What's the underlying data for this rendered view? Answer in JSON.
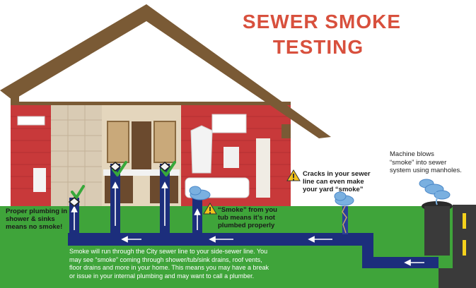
{
  "title": {
    "line1": "SEWER SMOKE",
    "line2": "TESTING"
  },
  "labels": {
    "proper_plumbing": [
      "Proper plumbing in",
      "shower & sinks",
      "means no smoke!"
    ],
    "tub_smoke": [
      "“Smoke” from you",
      "tub means it’s not",
      "plumbed properly"
    ],
    "cracks": [
      "Cracks in your sewer",
      "line can even make",
      "your yard “smoke”"
    ],
    "machine": [
      "Machine blows",
      "“smoke” into sewer",
      "system using manholes."
    ],
    "bottom_text": [
      "Smoke will run through the City sewer line to your side-sewer line. You",
      "may see “smoke” coming through shower/tub/sink drains, roof vents,",
      "floor drains and more in your home. This means you may have a break",
      "or issue in your internal plumbing and may want to call a plumber."
    ]
  },
  "colors": {
    "title": "#d8503d",
    "roof": "#7a5a35",
    "wall": "#c8393a",
    "grass": "#3fa43a",
    "pipe": "#1c2e7c",
    "road": "#3a3a3a",
    "smoke": "#7ab0e0",
    "check": "#37a83a",
    "warning": "#f2c21a"
  },
  "icons": [
    "check-icon",
    "warning-icon",
    "smoke-cloud-icon",
    "manhole-icon",
    "flow-arrow-icon"
  ]
}
